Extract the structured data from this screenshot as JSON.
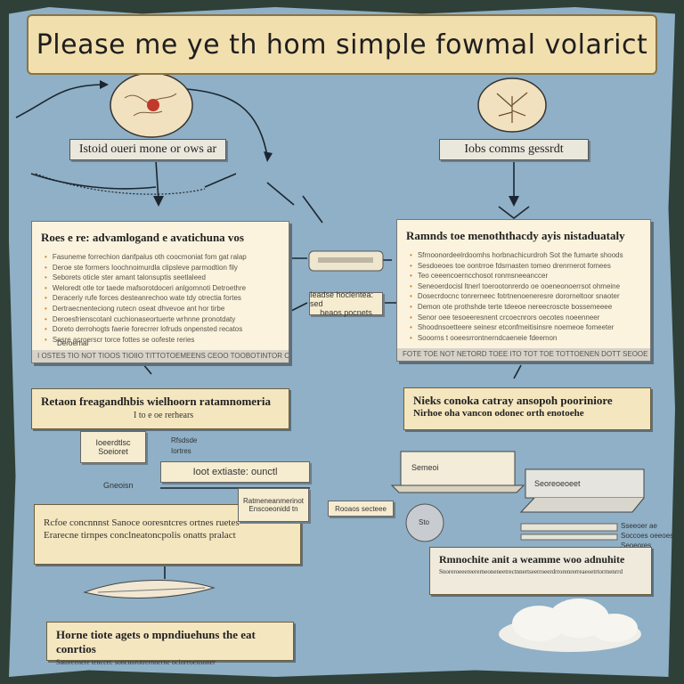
{
  "title": "Please me ye th hom simple fowmal volarict",
  "top_labels": {
    "left": "Istoid oueri mone or ows ar",
    "right": "Iobs comms gessrdt"
  },
  "panel_left": {
    "heading": "Roes e re: advamlogand e avatichuna vos",
    "items": [
      "Fasuneme forrechion danfpalus oth coocmoniat fom gat ralap",
      "Deroe ste formers Ioochnoimurdla clipsleve parmodtion fily",
      "Seborets oticle ster amant talonsuptis seetlaleed",
      "Weloredt otle tor taede mafsorotdoceri anlgomnoti Detroethre",
      "Deraceriy rufe forces desteanrechoo wate tdy otrectia fortes",
      "Dertraecnenteciong rutecn oseat dhvevoe ant hor tirbe",
      "Deroesfrienscotanl cuchionaseortuerte wrhnne pronotdaty",
      "Doreto derrohogts faerie forecrrer lofruds onpensted recatos",
      "Sesre acroerscr torce fottes se oofeste reries"
    ],
    "footer": "Deroerhal",
    "strip": "I OSTES TIO NOT TIOOS TIOIIO TITTOTOEMEENS CEOO TOOBOTINTOR CESOCDIGE TOI"
  },
  "panel_right": {
    "heading": "Ramnds toe menoththacdy ayis nistaduataly",
    "items": [
      "Sfrnoonordeelrdoomhs horbnachicurdroh Sot the fumarte shoods",
      "Sesdoeoes toe oontrroe fdsrnasten tomeo drenrnerot fomees",
      "Teo ceeencoerncchosot ronmsneeanccer",
      "Seneoerdocisl ltnerl toerootonrerdo oe ooeneonoerrsot ohmeine",
      "Dosecrdocnc tonrerneec fotrtnenoeneresre dororneltoor snaoter",
      "Demon ote prothshde terte tdeeoe nereecroscte bossemeeee",
      "Senor oee tesoeeresnent crcoecnrors oecotes noeenneer",
      "Shoodnsoetteere seinesr etconfmeitisinsre noemeoe fomeeter",
      "Sooorns t ooeesrrontnerndcaeneie fdeemon"
    ],
    "strip": "FOTE TOE NOT NETORD TOEE ITO TOT TOE TOTTOENEN DOTT SEOOE"
  },
  "center_labels": [
    "Ieadse hoclentea: sed",
    "heaos pocnets"
  ],
  "step_left1": {
    "heading": "Retaon freagandhbis wielhoorn ratamnomeria",
    "sub": "I to e oe rerhears"
  },
  "step_right1": {
    "heading": "Nieks conoka catray ansopoh pooriniore",
    "line2": "Nirhoe oha vancon odonec orth enotoehe"
  },
  "left_chip": {
    "line1": "Ioeerdtlsc",
    "line2": "Soeioret"
  },
  "left_tiny": [
    "Rfsdsde",
    "Iortres"
  ],
  "gears_label": "Gneoisn",
  "center_bar": "Ioot extiaste: ounctl",
  "step_left2": {
    "line1": "Rcfoe concnnnst Sanoce ooresntcres ortnes ruetes",
    "line2": "Erarecne tirnpes conclneatoncpolis onatts pralact"
  },
  "center_card": {
    "line1": "Ratmeneanmerinot",
    "line2": "Enscoeonidd tn"
  },
  "center_tiny": "Rooaos secteee",
  "circle_label": "Sto",
  "right_screen": {
    "line1": "Semeoi",
    "line2": "Seoreoeoeet"
  },
  "right_tiny": [
    "Sseeoer ae",
    "Soccoes oeeoes",
    "Seoeores"
  ],
  "step_right2": {
    "heading": "Rmnochite anit a weamme woo adnuhite",
    "sub": "Snoreroeeereererneoneneetrectnnertseerroeerdrrorenrerreaeoetrtorrnenrrd"
  },
  "step_left3": {
    "heading": "Horne tiote agets o mpndiuehuns the eat conrtios",
    "sub": "Satoreenere tenccec soncnorotrernnerne ocioreoensoner"
  },
  "colors": {
    "poster": "#8fb0c6",
    "title_bg": "#f2dfae",
    "panel_bg": "#fbf3dd",
    "step_bg": "#f4e6bf",
    "bullet": "#c97c28",
    "brain_marker": "#c0392b"
  }
}
